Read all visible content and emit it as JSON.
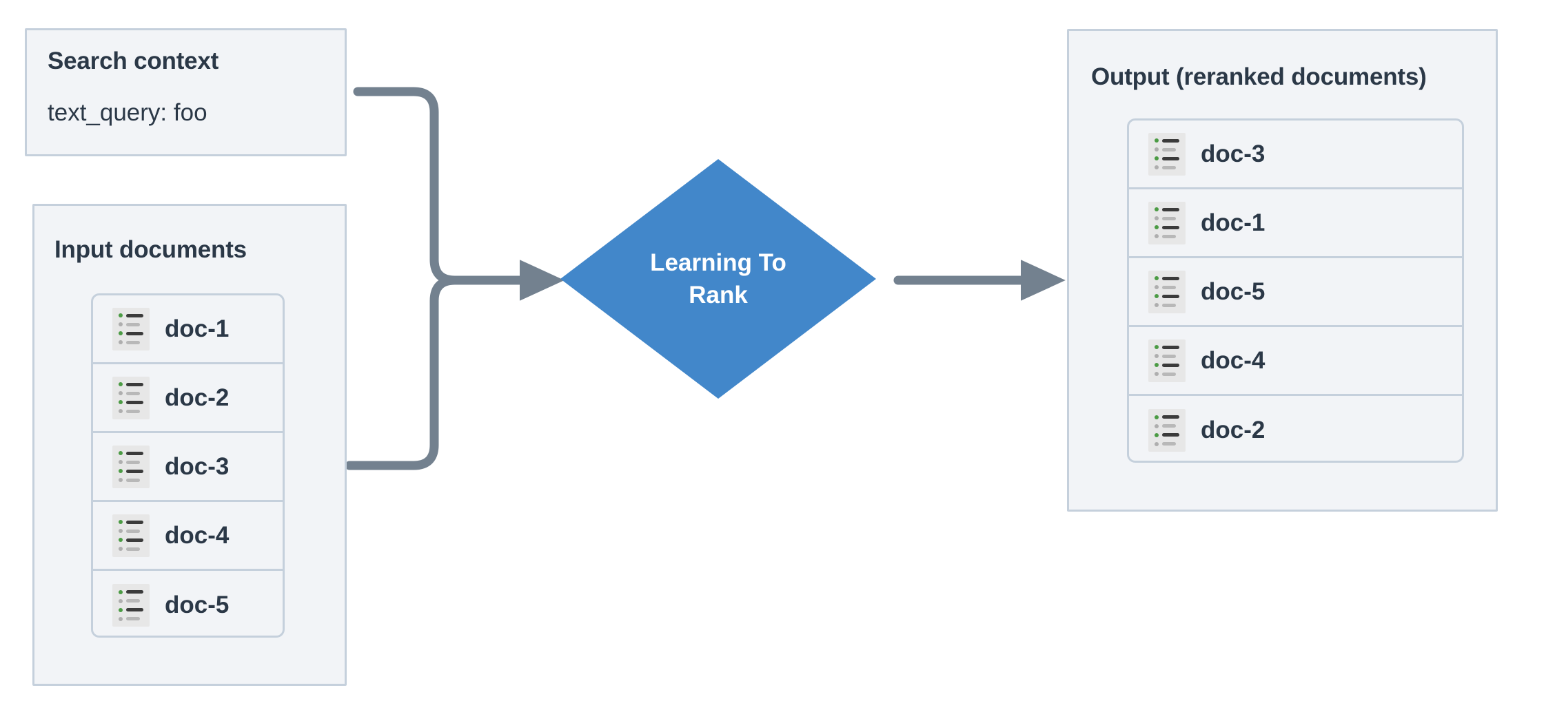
{
  "diagram": {
    "title": "Learning To Rank reranking flow",
    "colors": {
      "panel_fill": "#f2f4f7",
      "panel_border": "#c5d0dc",
      "text": "#2b3847",
      "node_fill": "#4287ca",
      "node_text": "#ffffff",
      "connector": "#73818f",
      "icon_bg": "#e7e7e7",
      "icon_dot_green": "#4b9b44",
      "icon_dot_grey": "#aeaeae",
      "icon_bar_dark": "#3b3b3b",
      "icon_bar_light": "#b8b8b8"
    }
  },
  "search_context": {
    "title": "Search context",
    "query_line": "text_query: foo"
  },
  "input_documents": {
    "title": "Input documents",
    "docs": [
      {
        "label": "doc-1",
        "icon": "document-list-icon"
      },
      {
        "label": "doc-2",
        "icon": "document-list-icon"
      },
      {
        "label": "doc-3",
        "icon": "document-list-icon"
      },
      {
        "label": "doc-4",
        "icon": "document-list-icon"
      },
      {
        "label": "doc-5",
        "icon": "document-list-icon"
      }
    ]
  },
  "ltr_node": {
    "line1": "Learning To",
    "line2": "Rank",
    "shape": "diamond"
  },
  "output": {
    "title": "Output (reranked documents)",
    "docs": [
      {
        "label": "doc-3",
        "icon": "document-list-icon"
      },
      {
        "label": "doc-1",
        "icon": "document-list-icon"
      },
      {
        "label": "doc-5",
        "icon": "document-list-icon"
      },
      {
        "label": "doc-4",
        "icon": "document-list-icon"
      },
      {
        "label": "doc-2",
        "icon": "document-list-icon"
      }
    ]
  },
  "connectors": [
    {
      "name": "search-context-to-ltr",
      "from": "search_context",
      "to": "ltr_node",
      "style": "elbow-arrow"
    },
    {
      "name": "input-documents-to-ltr",
      "from": "input_documents",
      "to": "ltr_node",
      "style": "elbow-arrow"
    },
    {
      "name": "ltr-to-output",
      "from": "ltr_node",
      "to": "output",
      "style": "straight-arrow"
    }
  ]
}
